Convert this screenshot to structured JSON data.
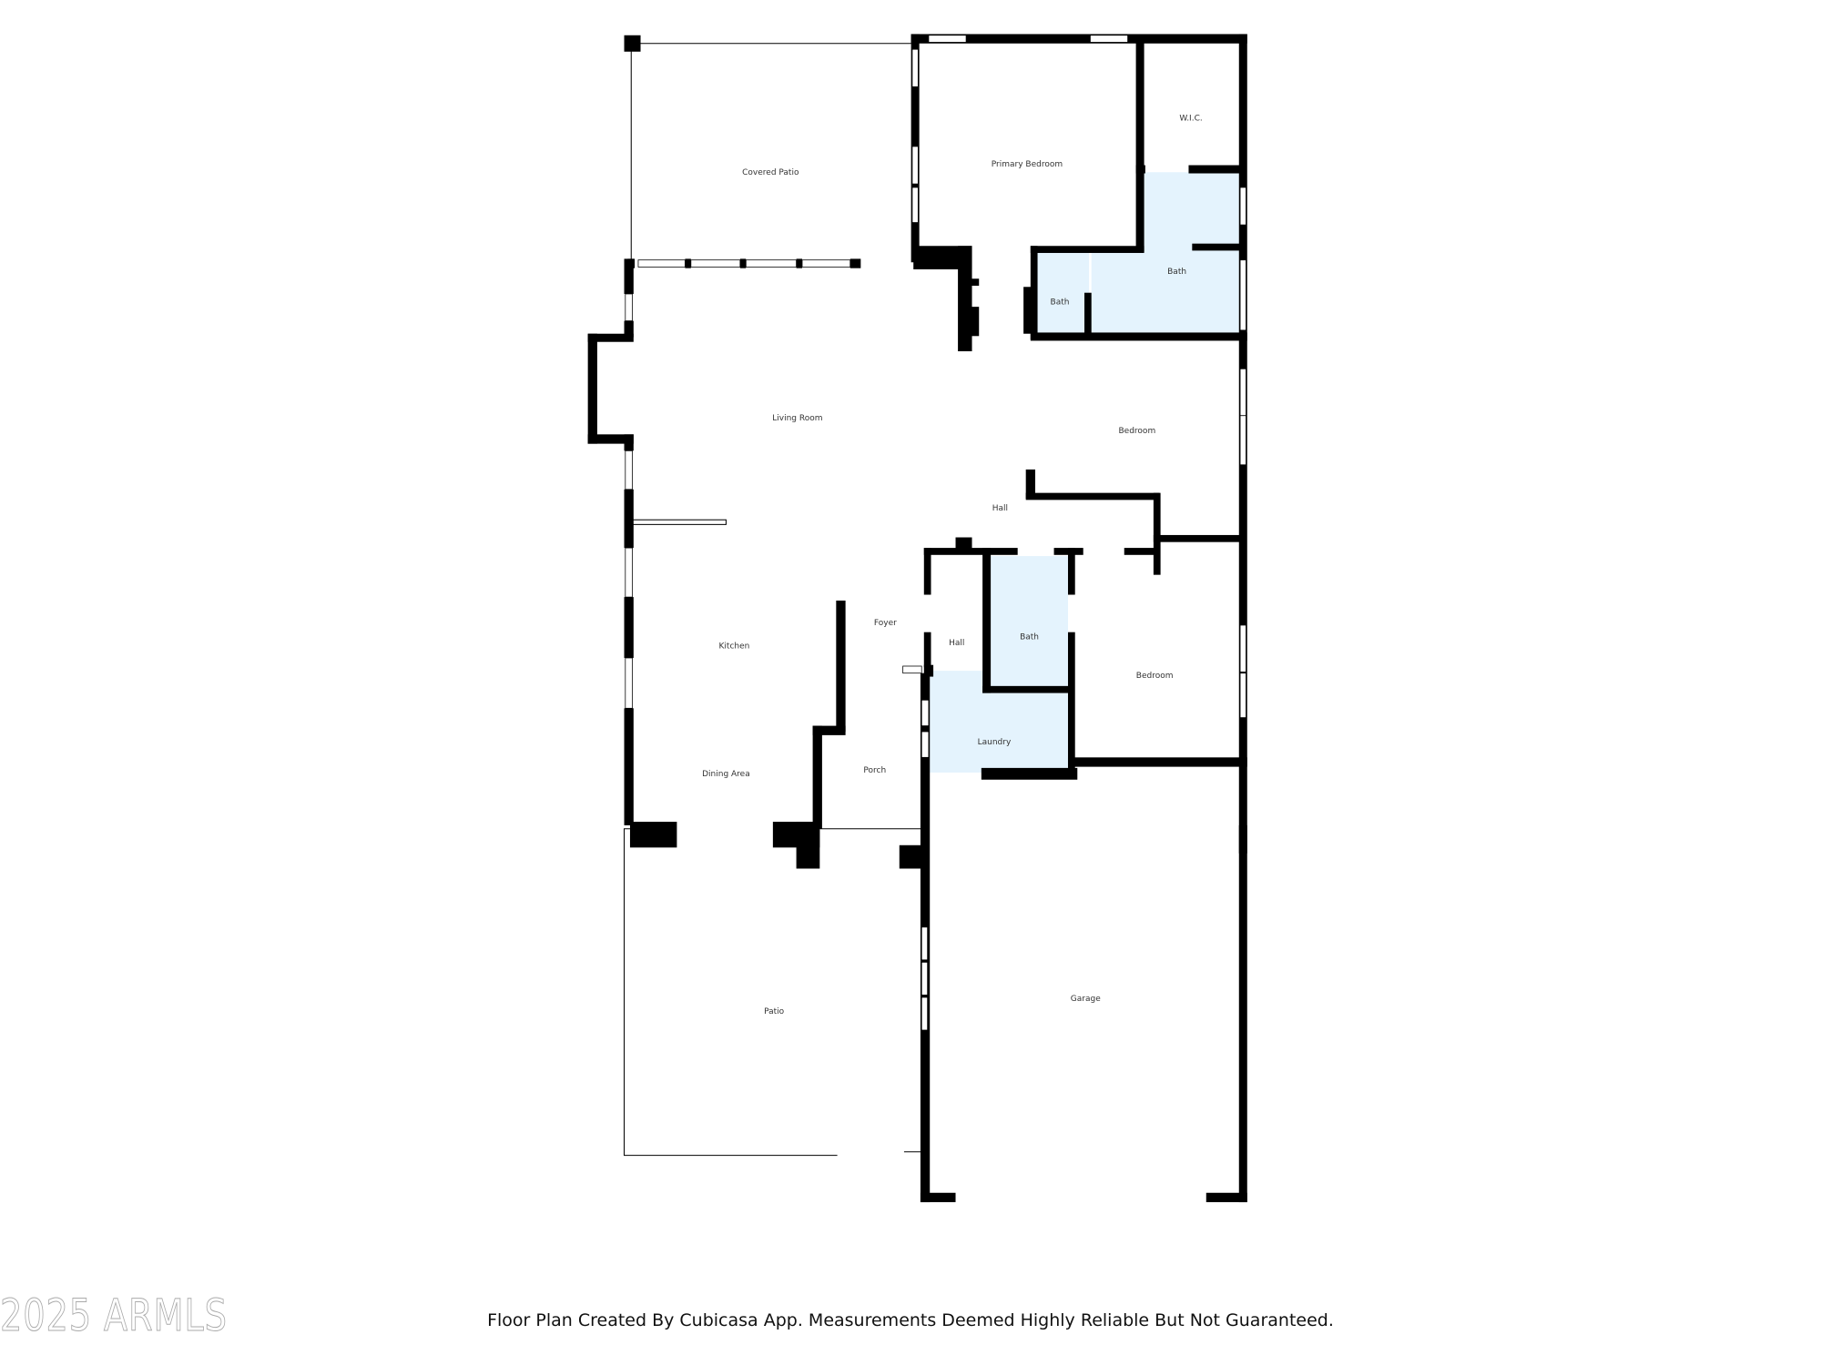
{
  "rooms": {
    "covered_patio": "Covered Patio",
    "primary_bedroom": "Primary Bedroom",
    "wic": "W.I.C.",
    "bath_primary": "Bath",
    "bath_small": "Bath",
    "living_room": "Living Room",
    "bedroom_1": "Bedroom",
    "hall_1": "Hall",
    "foyer": "Foyer",
    "hall_2": "Hall",
    "bath_hall": "Bath",
    "bedroom_2": "Bedroom",
    "kitchen": "Kitchen",
    "laundry": "Laundry",
    "dining_area": "Dining Area",
    "porch": "Porch",
    "patio": "Patio",
    "garage": "Garage"
  },
  "colors": {
    "wet_room_fill": "#e4f3fd",
    "wall": "#000000"
  },
  "footer": {
    "disclaimer": "Floor Plan Created By Cubicasa App. Measurements Deemed Highly Reliable But Not Guaranteed."
  },
  "watermark": {
    "text": "2025 ARMLS"
  }
}
